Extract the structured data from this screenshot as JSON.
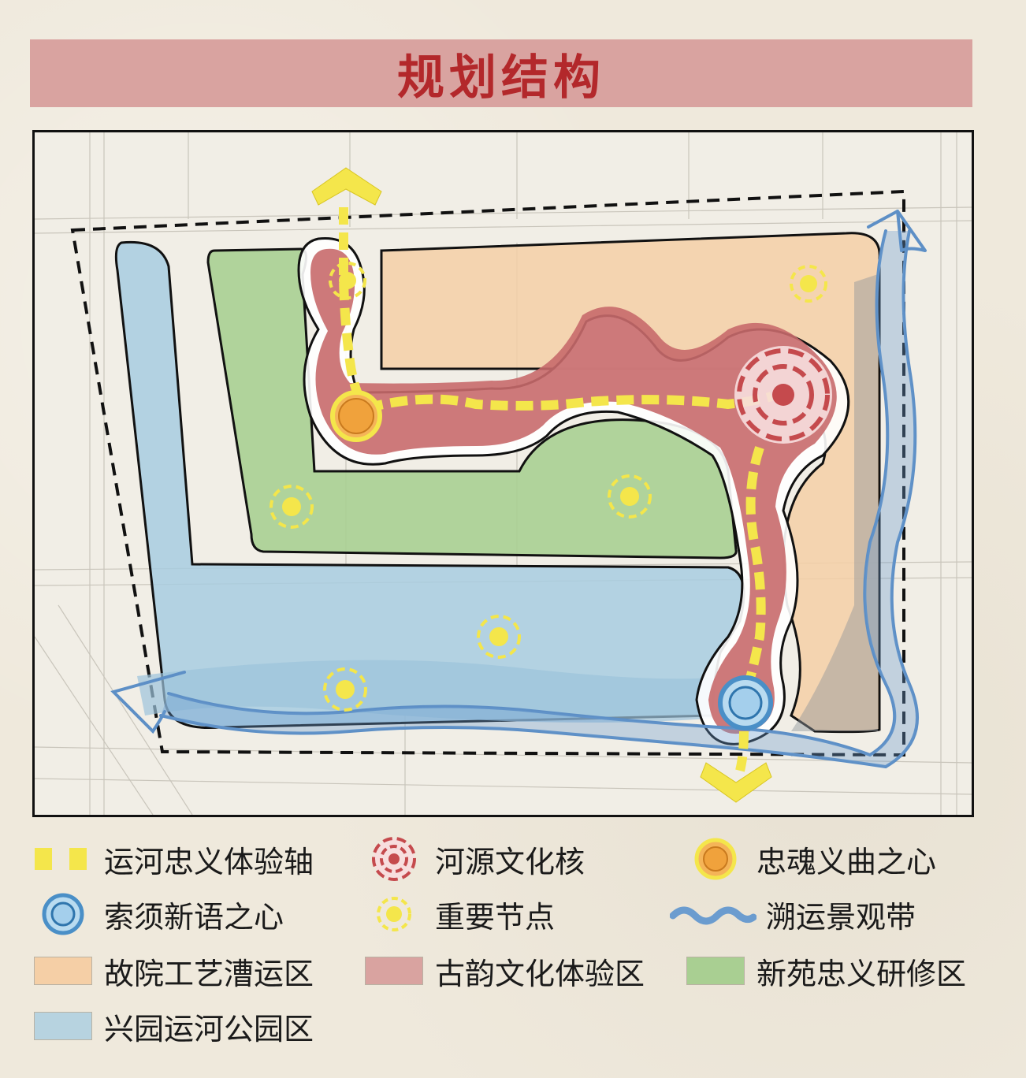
{
  "title": "规划结构",
  "colors": {
    "title_bg": "#d9a3a0",
    "title_text": "#b3282b",
    "zone_orange": "#f5cfa6",
    "zone_red": "#c86a6b",
    "zone_green": "#a9cf92",
    "zone_blue": "#a8cde0",
    "axis_yellow": "#f4e64b",
    "river_blue": "#5d8fc6"
  },
  "legend": [
    {
      "id": "axis",
      "symbol": "yellow-dash-icon",
      "label": "运河忠义体验轴"
    },
    {
      "id": "core",
      "symbol": "red-target-icon",
      "label": "河源文化核"
    },
    {
      "id": "heart-orange",
      "symbol": "orange-ring-icon",
      "label": "忠魂义曲之心"
    },
    {
      "id": "heart-blue",
      "symbol": "blue-ring-icon",
      "label": "索须新语之心"
    },
    {
      "id": "node",
      "symbol": "yellow-dashed-circle-icon",
      "label": "重要节点"
    },
    {
      "id": "belt",
      "symbol": "blue-wave-icon",
      "label": "溯运景观带"
    },
    {
      "id": "zone-orange",
      "symbol": "orange-swatch",
      "label": "故院工艺漕运区"
    },
    {
      "id": "zone-red",
      "symbol": "red-swatch",
      "label": "古韵文化体验区"
    },
    {
      "id": "zone-green",
      "symbol": "green-swatch",
      "label": "新苑忠义研修区"
    },
    {
      "id": "zone-blue",
      "symbol": "blue-swatch",
      "label": "兴园运河公园区"
    }
  ]
}
